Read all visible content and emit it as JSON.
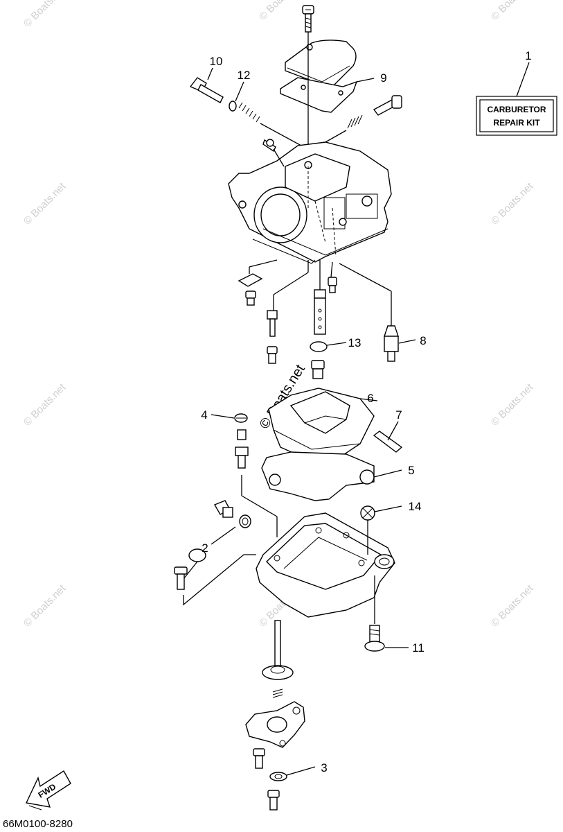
{
  "kit_box": {
    "line1": "CARBURETOR",
    "line2": "REPAIR KIT"
  },
  "callouts": [
    "1",
    "2",
    "3",
    "4",
    "5",
    "6",
    "7",
    "8",
    "9",
    "10",
    "11",
    "12",
    "13",
    "14"
  ],
  "fwd_label": "FWD",
  "diagram_code": "66M0100-8280",
  "watermark_text": "© Boats.net"
}
